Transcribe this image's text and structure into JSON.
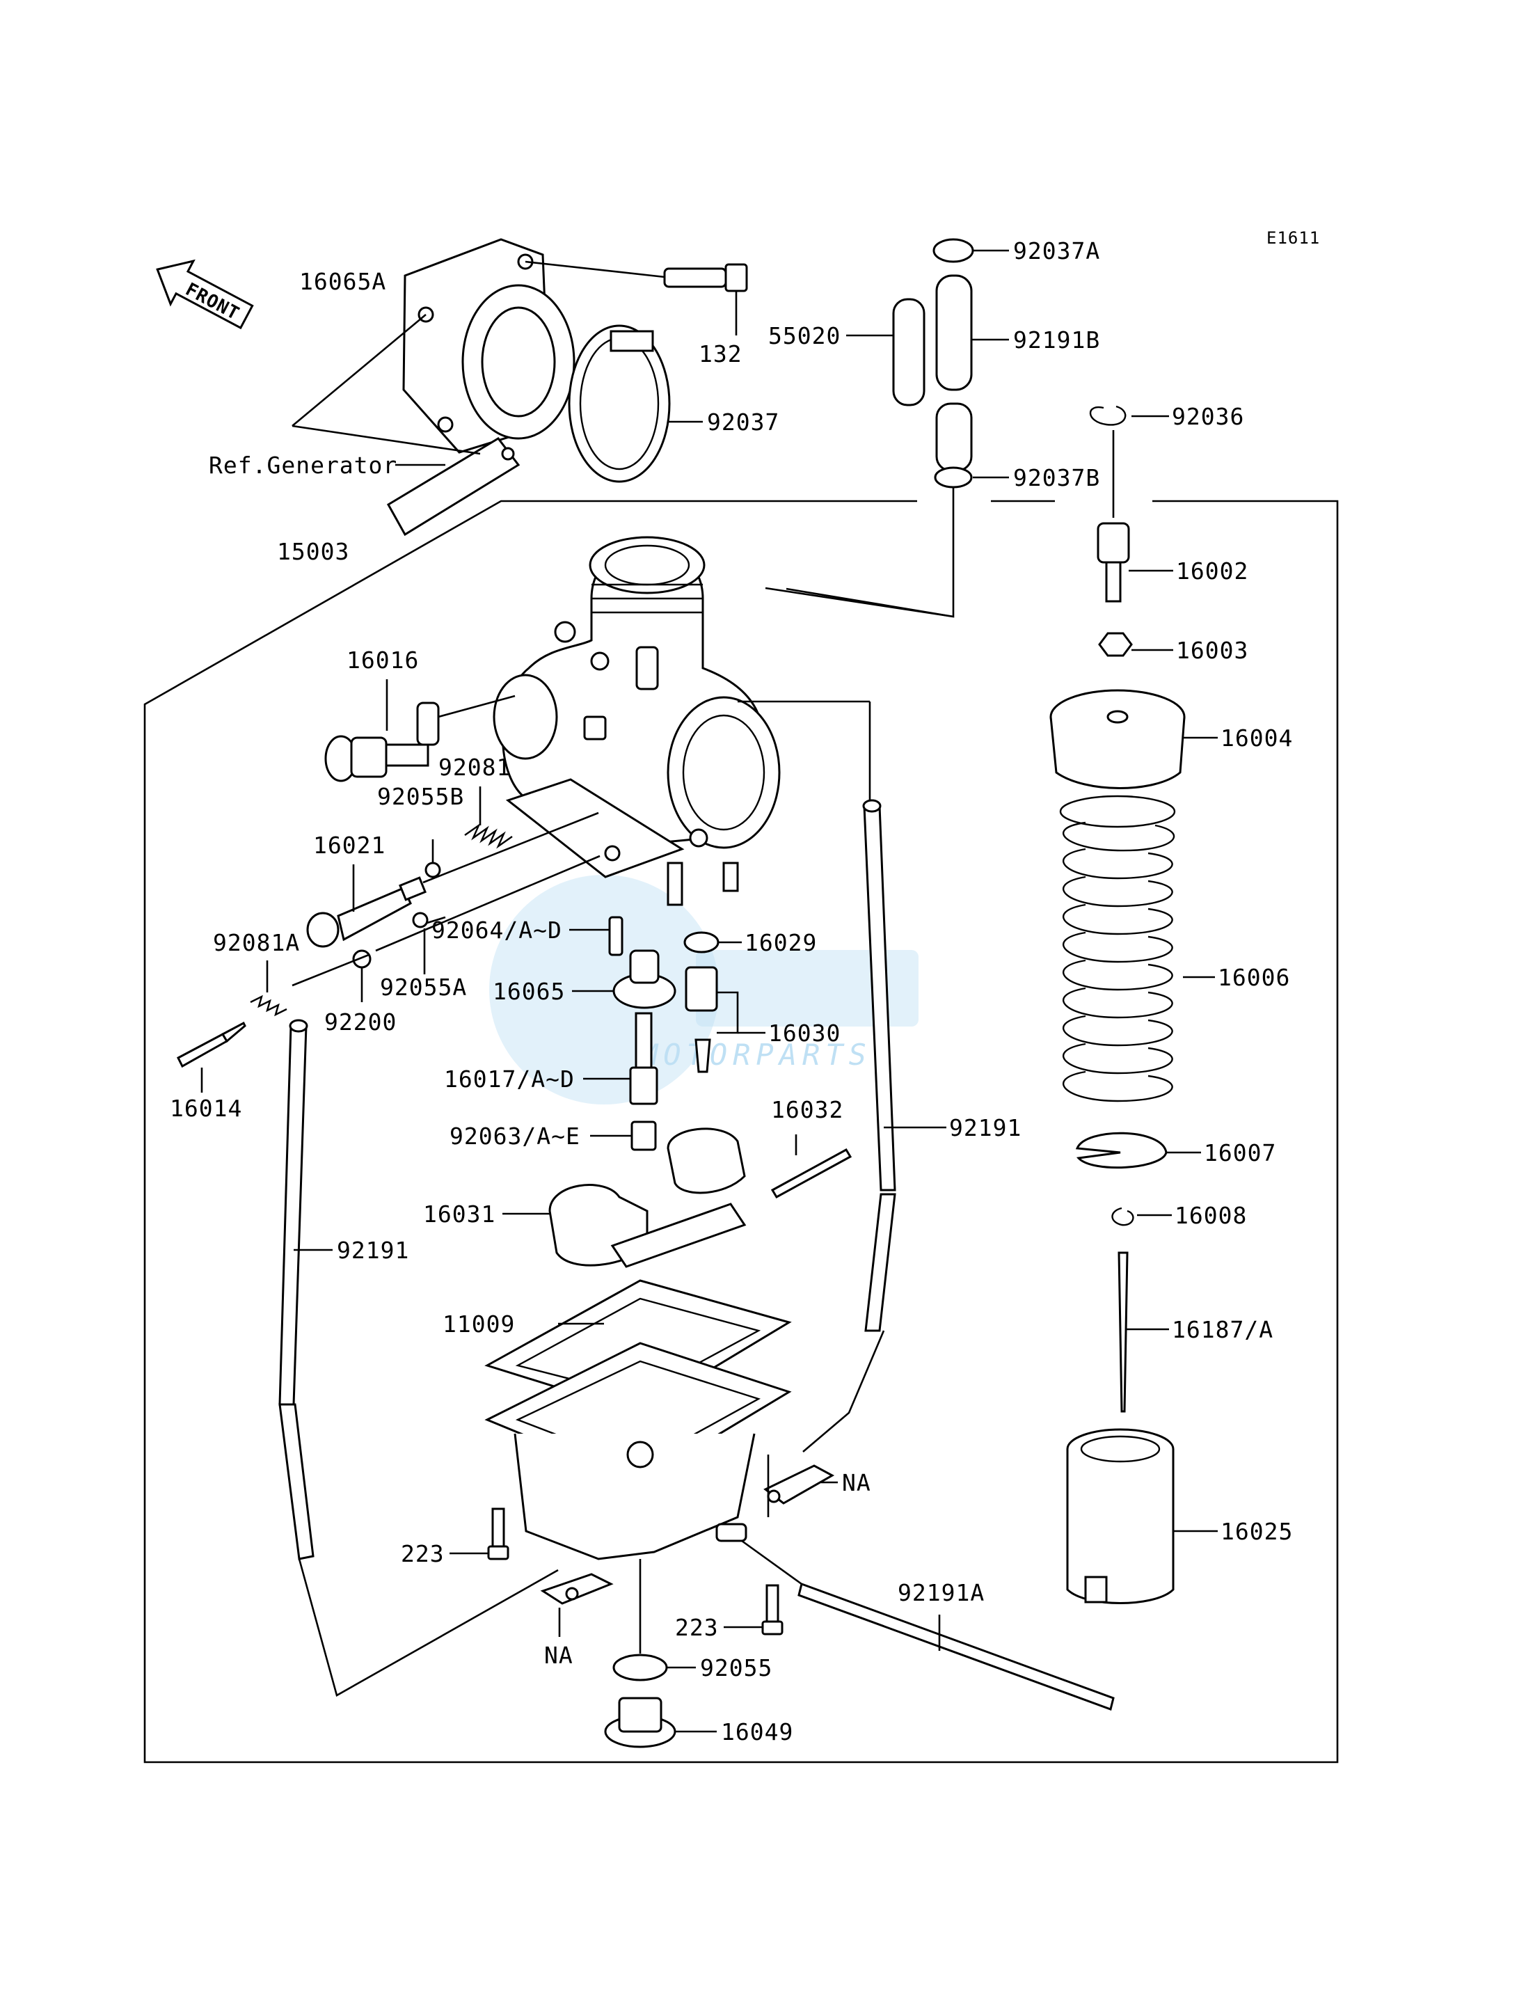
{
  "diagram": {
    "code": "E1611",
    "front_label": "FRONT",
    "watermark": "MOTORPARTS",
    "labels": {
      "p16065A": "16065A",
      "p132": "132",
      "p92037A": "92037A",
      "p55020": "55020",
      "p92191B": "92191B",
      "p92037": "92037",
      "p92036": "92036",
      "ref_generator": "Ref.Generator",
      "p92037B": "92037B",
      "p15003": "15003",
      "p16002": "16002",
      "p16003": "16003",
      "p16016": "16016",
      "p16004": "16004",
      "p92081": "92081",
      "p92055B": "92055B",
      "p16021": "16021",
      "p92064": "92064/A~D",
      "p16029": "16029",
      "p92081A": "92081A",
      "p16065": "16065",
      "p16006": "16006",
      "p92200": "92200",
      "p92055A": "92055A",
      "p16030": "16030",
      "p16017": "16017/A~D",
      "p16014": "16014",
      "p16032": "16032",
      "p92191_right": "92191",
      "p92063": "92063/A~E",
      "p16007": "16007",
      "p16031": "16031",
      "p16008": "16008",
      "p92191_left": "92191",
      "p11009": "11009",
      "p16187": "16187/A",
      "na_right": "NA",
      "p16025": "16025",
      "p223_left": "223",
      "p92191A": "92191A",
      "p223_bottom": "223",
      "na_left": "NA",
      "p92055": "92055",
      "p16049": "16049"
    }
  },
  "colors": {
    "line": "#000000",
    "background": "#ffffff",
    "watermark": "#bfe0f4"
  }
}
